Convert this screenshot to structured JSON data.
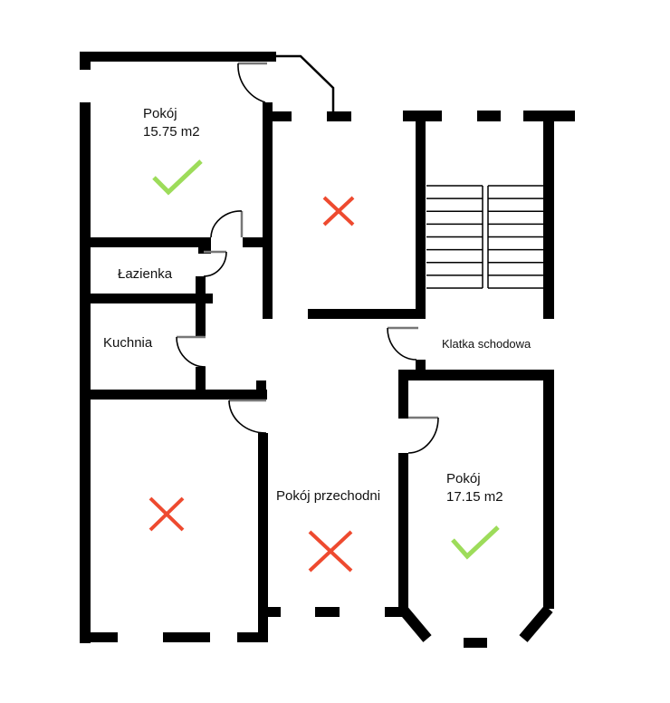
{
  "rooms": {
    "room_top_left": {
      "name": "Pokój",
      "area": "15.75 m2",
      "status": "accepted"
    },
    "bathroom": {
      "name": "Łazienka"
    },
    "kitchen": {
      "name": "Kuchnia"
    },
    "passage_room": {
      "name": "Pokój przechodni",
      "status": "rejected"
    },
    "staircase": {
      "name": "Klatka schodowa"
    },
    "room_right": {
      "name": "Pokój",
      "area": "17.15 m2",
      "status": "accepted"
    },
    "room_top_middle": {
      "status": "rejected"
    },
    "room_bottom_left": {
      "status": "rejected"
    }
  },
  "colors": {
    "accepted": "#9ddc5a",
    "rejected": "#ee4a2f",
    "wall": "#000000",
    "door_leaf": "#777777"
  },
  "icons": {
    "accepted": "check-icon",
    "rejected": "cross-icon"
  }
}
